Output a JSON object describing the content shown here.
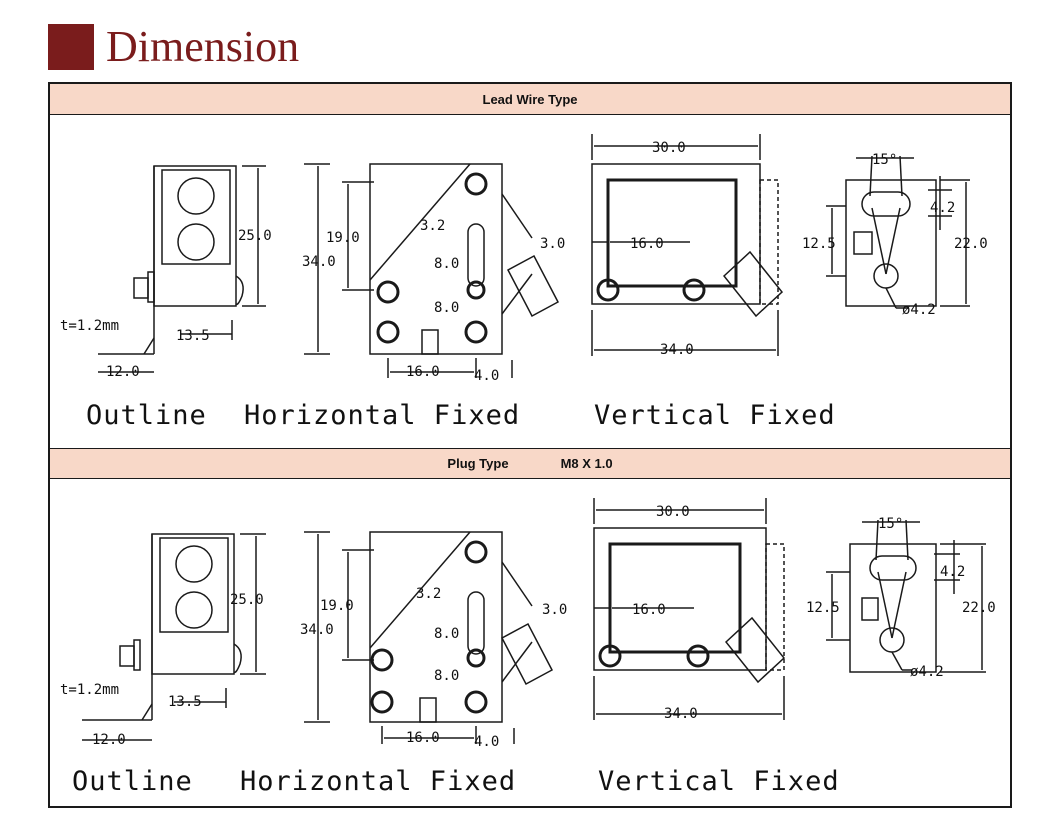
{
  "header": {
    "title": "Dimension"
  },
  "sections": [
    {
      "band_label": "Lead Wire Type",
      "band_sub": "",
      "captions": {
        "outline": "Outline",
        "horizontal": "Horizontal Fixed",
        "vertical": "Vertical Fixed"
      },
      "dims": {
        "outline": {
          "height": "25.0",
          "thickness": "t=1.2mm",
          "offset": "13.5",
          "base": "12.0"
        },
        "horizontal": {
          "height": "34.0",
          "hole_span": "19.0",
          "slot_width": "3.2",
          "slot_pitch_1": "8.0",
          "slot_pitch_2": "8.0",
          "base": "16.0",
          "edge": "4.0"
        },
        "vertical": {
          "top": "30.0",
          "left": "3.0",
          "inner": "16.0",
          "bottom": "34.0"
        },
        "side": {
          "angle": "15°",
          "slot": "4.2",
          "mid": "12.5",
          "height": "22.0",
          "hole": "ø4.2"
        }
      }
    },
    {
      "band_label": "Plug Type",
      "band_sub": "M8 X 1.0",
      "captions": {
        "outline": "Outline",
        "horizontal": "Horizontal Fixed",
        "vertical": "Vertical Fixed"
      },
      "dims": {
        "outline": {
          "height": "25.0",
          "thickness": "t=1.2mm",
          "offset": "13.5",
          "base": "12.0"
        },
        "horizontal": {
          "height": "34.0",
          "hole_span": "19.0",
          "slot_width": "3.2",
          "slot_pitch_1": "8.0",
          "slot_pitch_2": "8.0",
          "base": "16.0",
          "edge": "4.0"
        },
        "vertical": {
          "top": "30.0",
          "left": "3.0",
          "inner": "16.0",
          "bottom": "34.0"
        },
        "side": {
          "angle": "15°",
          "slot": "4.2",
          "mid": "12.5",
          "height": "22.0",
          "hole": "ø4.2"
        }
      }
    }
  ],
  "colors": {
    "accent": "#7a1c1c",
    "band": "#f8d8c8",
    "line": "#1a1a1a"
  }
}
